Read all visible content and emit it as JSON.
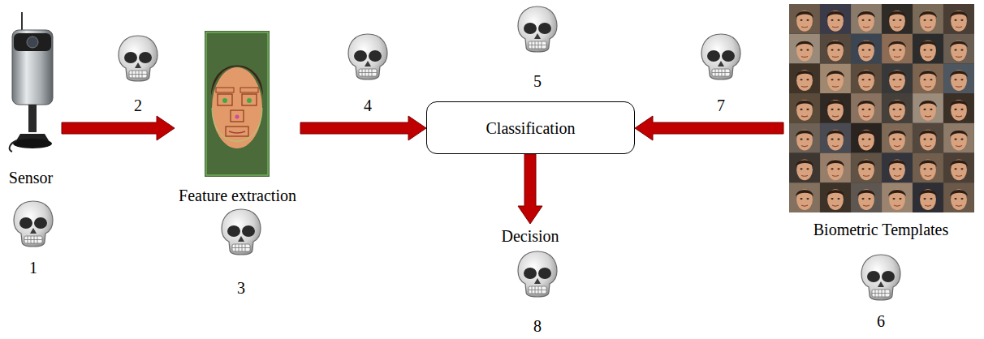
{
  "diagram": {
    "nodes": [
      {
        "text": [
          "Sensor"
        ]
      },
      {
        "text": [
          "Feature extraction"
        ]
      },
      {
        "text": [
          "Classification"
        ]
      },
      {
        "text": [
          "Decision"
        ]
      },
      {
        "text": [
          "Biometric Templates"
        ]
      }
    ],
    "edges": [
      {
        "from": 0,
        "to": 1,
        "arrow": "to"
      },
      {
        "from": 1,
        "to": 2,
        "arrow": "to"
      },
      {
        "from": 4,
        "to": 2,
        "arrow": "to"
      },
      {
        "from": 2,
        "to": 3,
        "arrow": "to"
      }
    ],
    "labels": [
      "1",
      "2",
      "3",
      "4",
      "5",
      "6",
      "7",
      "8"
    ]
  }
}
